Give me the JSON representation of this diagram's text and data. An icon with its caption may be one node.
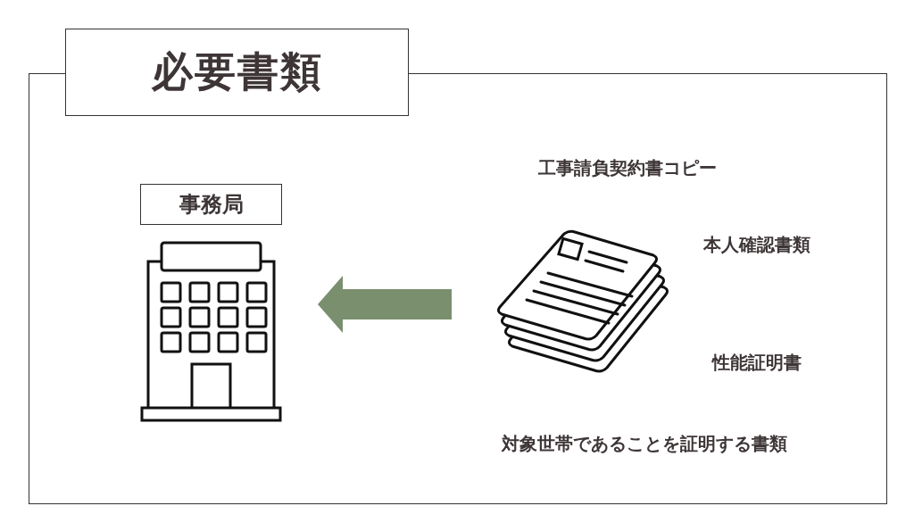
{
  "diagram": {
    "title": "必要書類",
    "nodes": [
      {
        "text": [
          "事務局"
        ]
      },
      {
        "text": [],
        "shape": "picture"
      },
      {
        "text": [],
        "shape": "picture"
      }
    ],
    "edges": [
      {
        "from": 2,
        "to": 1,
        "arrow": "to",
        "style": "thick",
        "color": "#7a8f6e"
      }
    ],
    "labels": [
      "工事請負契約書コピー",
      "本人確認書類",
      "性能証明書",
      "対象世帯であることを証明する書類"
    ]
  }
}
